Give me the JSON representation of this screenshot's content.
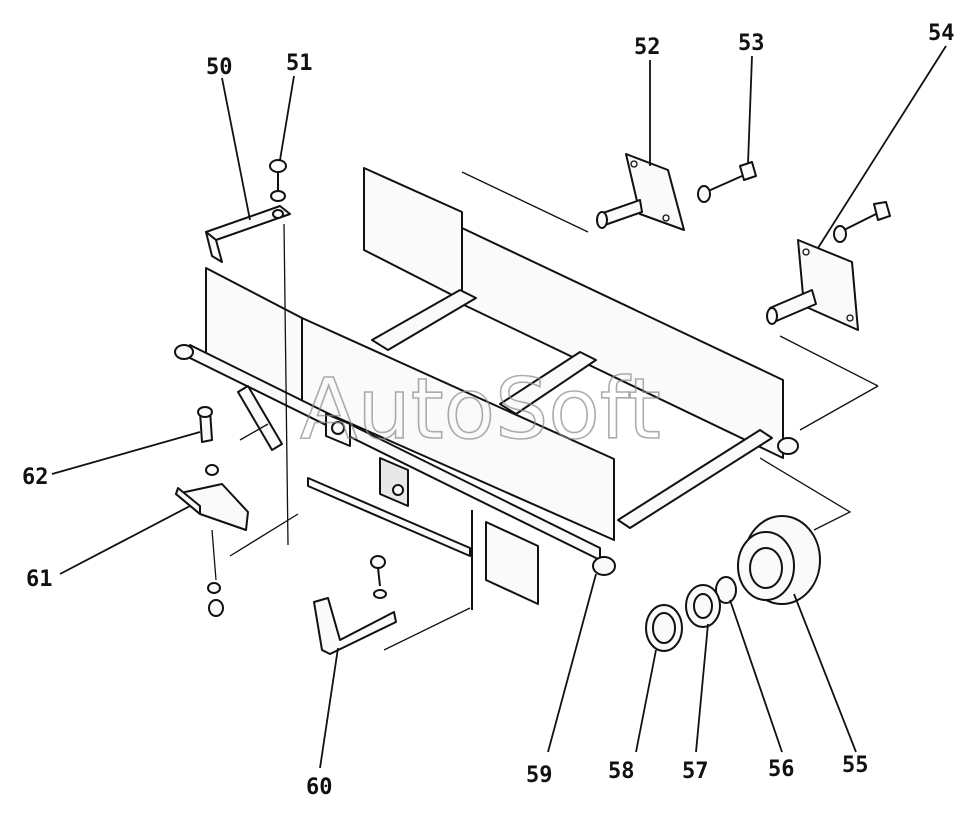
{
  "watermark": "AutoSoft",
  "callouts": {
    "c50": "50",
    "c51": "51",
    "c52": "52",
    "c53": "53",
    "c54": "54",
    "c55": "55",
    "c56": "56",
    "c57": "57",
    "c58": "58",
    "c59": "59",
    "c60": "60",
    "c61": "61",
    "c62": "62"
  },
  "colors": {
    "ink": "#111111",
    "paper": "#ffffff",
    "watermark": "#8a8a8a"
  }
}
